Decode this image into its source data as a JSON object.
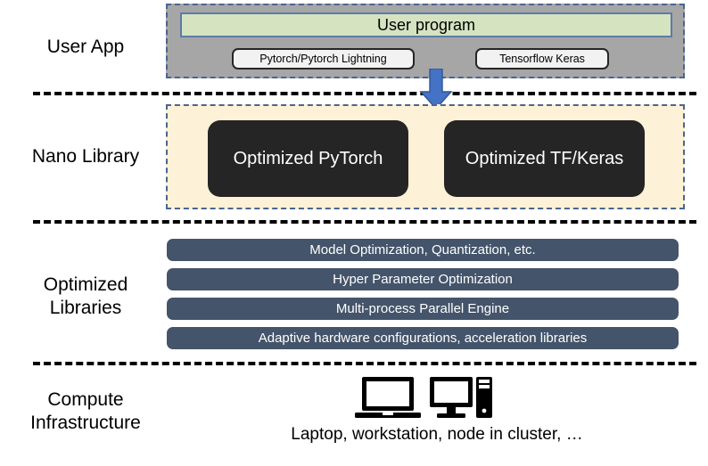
{
  "rows": [
    {
      "label": "User App"
    },
    {
      "label": "Nano Library"
    },
    {
      "label": "Optimized\nLibraries"
    },
    {
      "label": "Compute\nInfrastructure"
    }
  ],
  "user_app": {
    "user_program": "User program",
    "frameworks": [
      "Pytorch/Pytorch Lightning",
      "Tensorflow Keras"
    ]
  },
  "nano_library": {
    "boxes": [
      "Optimized PyTorch",
      "Optimized TF/Keras"
    ]
  },
  "optimized_libraries": {
    "bars": [
      "Model Optimization, Quantization, etc.",
      "Hyper Parameter Optimization",
      "Multi-process Parallel Engine",
      "Adaptive hardware configurations, acceleration libraries"
    ]
  },
  "compute_infrastructure": {
    "caption": "Laptop, workstation, node in cluster, …",
    "icons": [
      "laptop-icon",
      "desktop-computer-icon"
    ]
  },
  "colors": {
    "user_app_panel": "#a6a6a6",
    "user_program_fill": "#d5e3c1",
    "nano_panel_fill": "#fdf1d7",
    "nano_box_fill": "#252525",
    "optimized_bar_fill": "#44546a",
    "arrow_fill": "#4472c4",
    "dashed_border": "#4a6591"
  }
}
